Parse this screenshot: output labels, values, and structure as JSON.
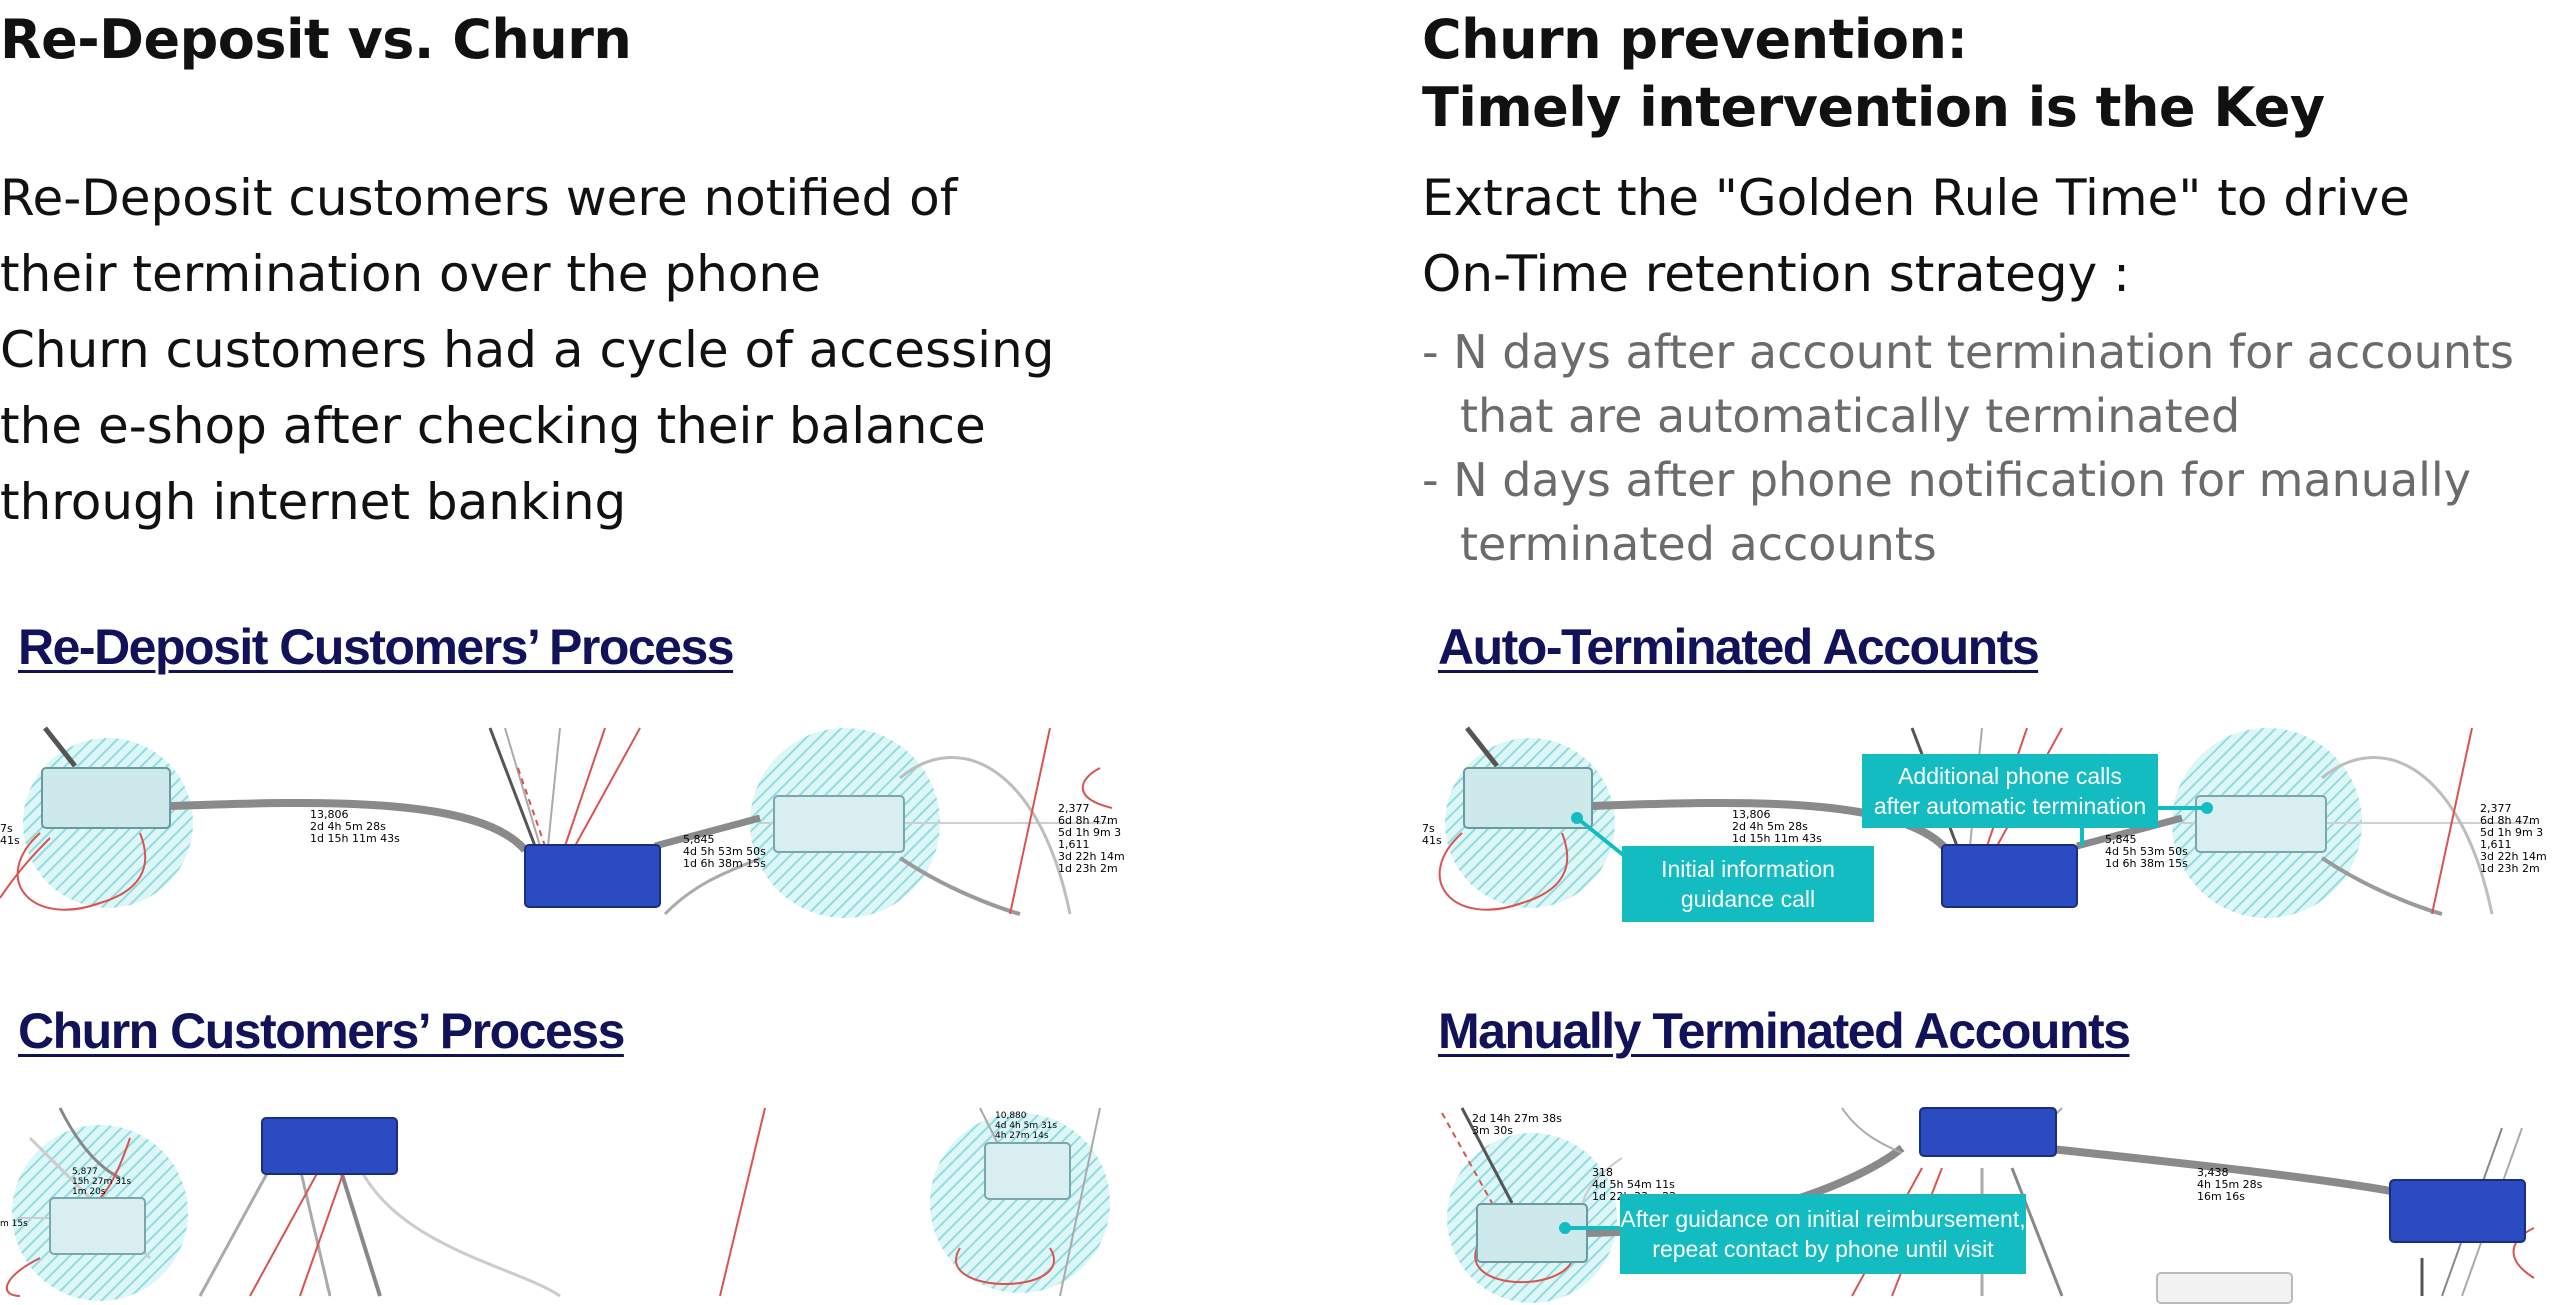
{
  "left": {
    "heading": "Re-Deposit vs. Churn",
    "lines": [
      "Re-Deposit customers were notified of",
      "their termination over the phone",
      "Churn customers had a cycle of accessing",
      "the e-shop after checking their balance",
      "through internet banking"
    ],
    "panel_redeposit_title": "Re-Deposit Customers’ Process",
    "panel_churn_title": "Churn Customers’ Process"
  },
  "right": {
    "heading_line1": "Churn prevention:",
    "heading_line2": "Timely intervention is the Key",
    "intro_line1": "Extract the \"Golden Rule Time\" to drive",
    "intro_line2": "On-Time retention strategy :",
    "bullets": [
      {
        "line1": "- N days after account termination for accounts",
        "line2": "that are automatically terminated"
      },
      {
        "line1": "- N days after phone notification for manually",
        "line2": "terminated accounts"
      }
    ],
    "panel_auto_title": "Auto-Terminated Accounts",
    "panel_manual_title": "Manually Terminated Accounts",
    "callouts": {
      "additional_calls_line1": "Additional phone calls",
      "additional_calls_line2": "after automatic termination",
      "initial_info_line1": "Initial information",
      "initial_info_line2": "guidance call",
      "reimbursement_line1": "After guidance on initial reimbursement,",
      "reimbursement_line2": "repeat contact by phone until visit"
    }
  },
  "edge_labels": {
    "a1": "13,806",
    "a2": "2d 4h 5m 28s",
    "a3": "1d 15h 11m 43s",
    "b1": "5,845",
    "b2": "4d 5h 53m 50s",
    "b3": "1d 6h 38m 15s",
    "c1": "2,377",
    "c2": "6d 8h 47m",
    "c3": "5d 1h 9m 3",
    "c4": "1,611",
    "c5": "3d 22h 14m",
    "c6": "1d 23h 2m",
    "d1": "7s",
    "d2": "41s",
    "m1": "318",
    "m2": "4d 5h 54m 11s",
    "m3": "1d 22h 33m 22s",
    "m4": "3,438",
    "m5": "4h 15m 28s",
    "m6": "16m 16s",
    "m7": "2d 14h 27m 38s",
    "m8": "3m 30s",
    "k1": "5,877",
    "k2": "15h 27m 31s",
    "k3": "1m 20s",
    "k4": "10,880",
    "k5": "4d 4h 5m 31s",
    "k6": "4h 27m 14s",
    "k7": "m 15s"
  },
  "colors": {
    "heading": "#111111",
    "grey_text": "#6b6b6b",
    "panel_title": "#12125a",
    "callout": "#12bcc0",
    "activity_box": "#2b4bc0",
    "highlight_circle": "#9fe3e6",
    "red_edge": "#d9534f"
  }
}
